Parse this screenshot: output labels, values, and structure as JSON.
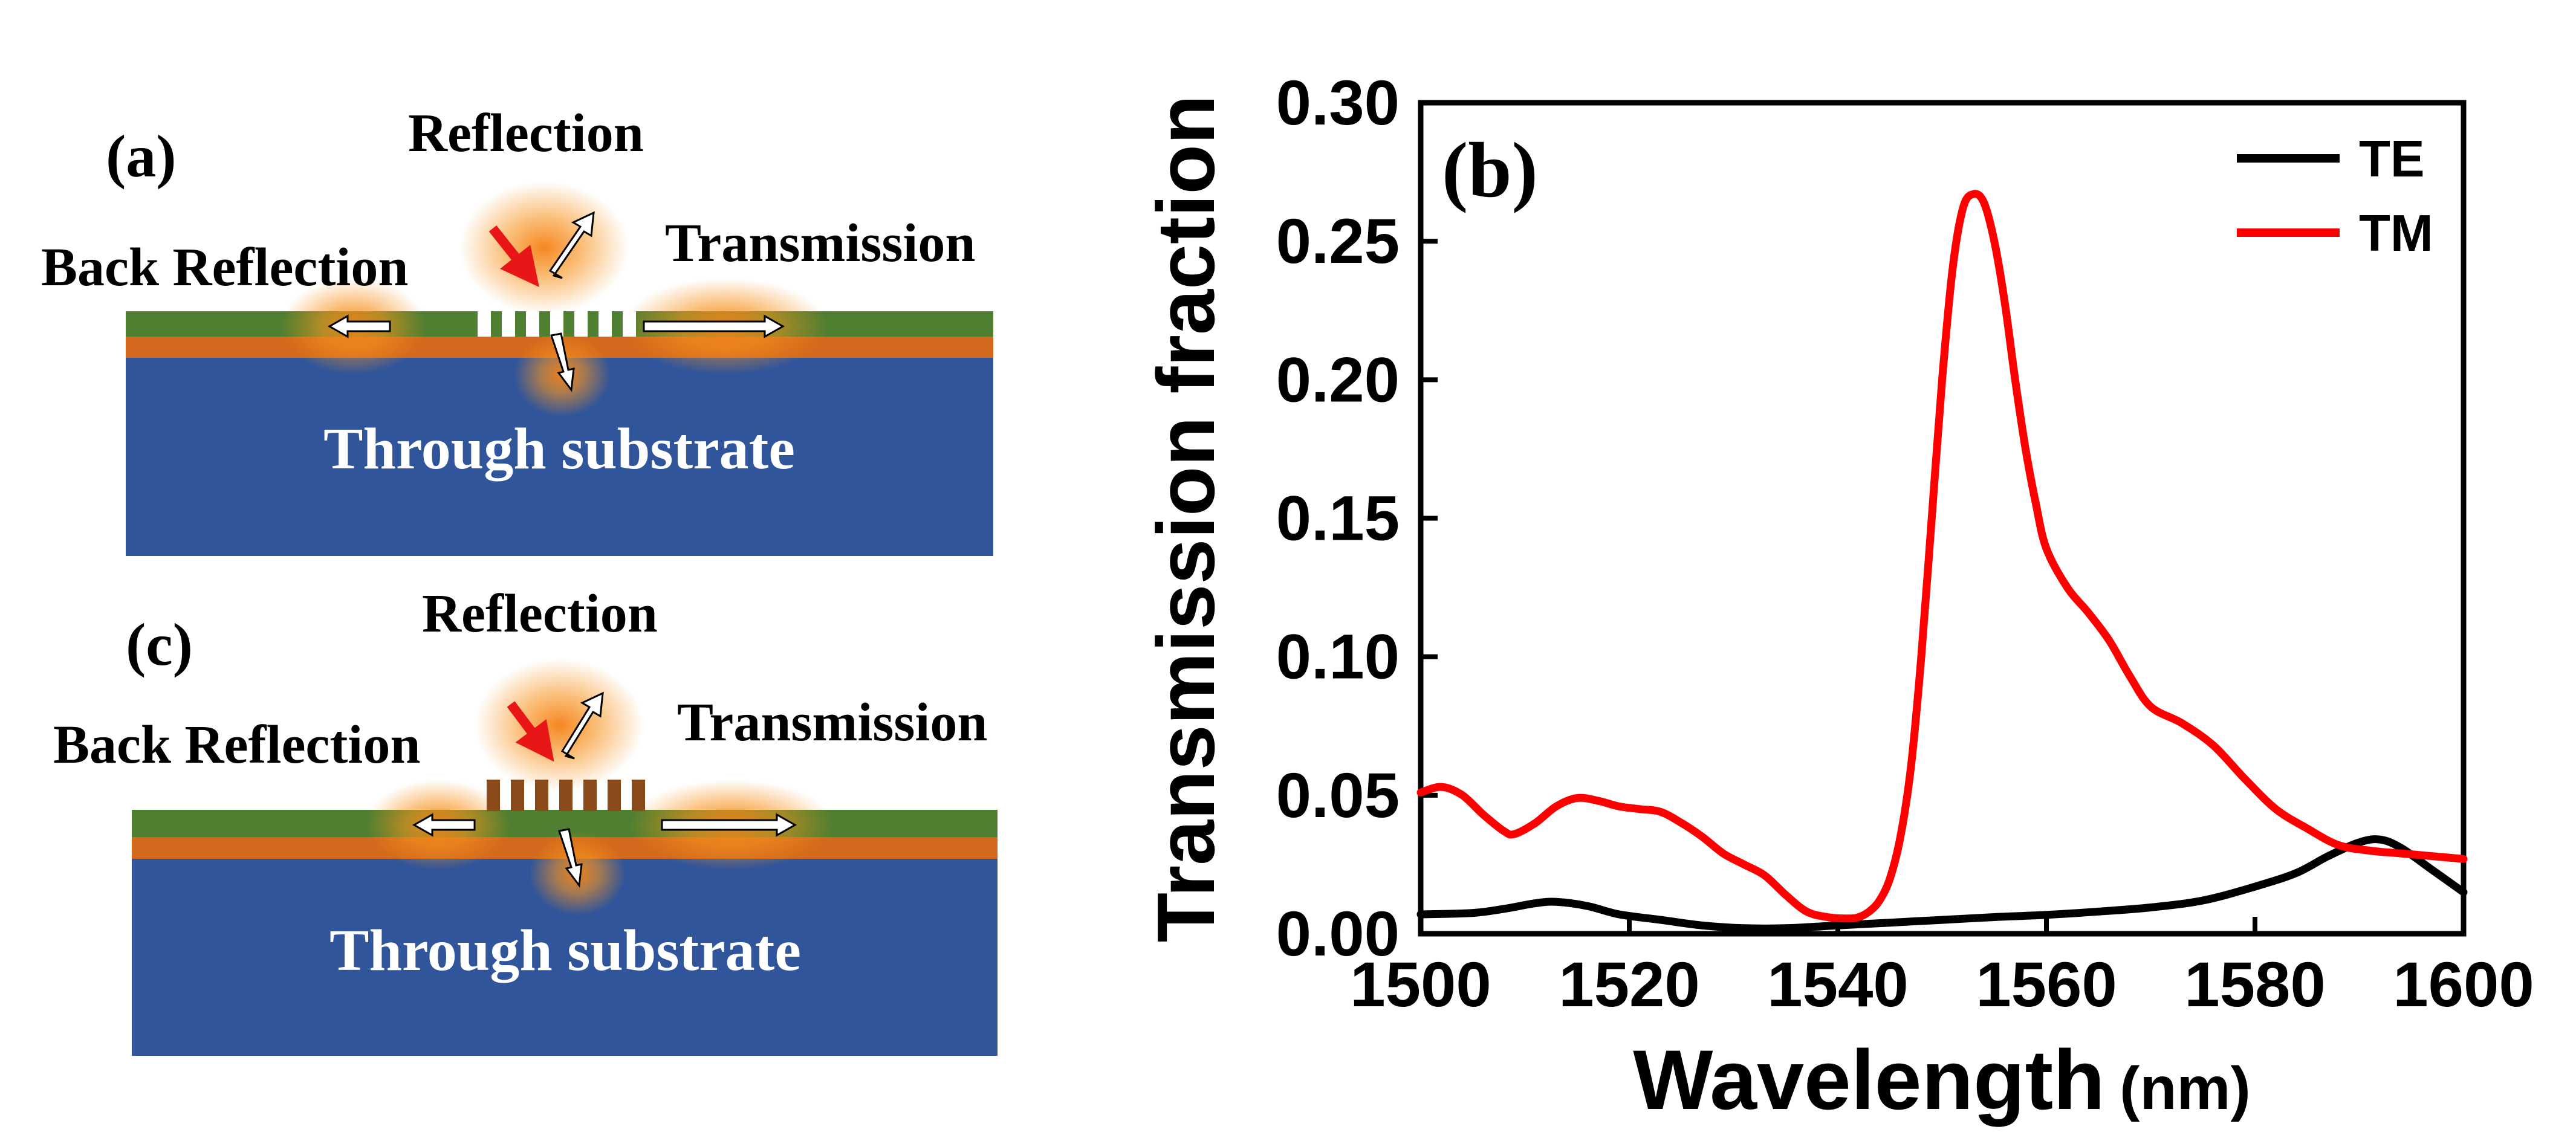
{
  "panel_a": {
    "label": "(a)",
    "reflection": "Reflection",
    "back_reflection": "Back Reflection",
    "transmission": "Transmission",
    "substrate": "Through substrate"
  },
  "panel_c": {
    "label": "(c)",
    "reflection": "Reflection",
    "back_reflection": "Back Reflection",
    "transmission": "Transmission",
    "substrate": "Through substrate"
  },
  "colors": {
    "substrate": "#30559a",
    "device_layer": "#4f7f30",
    "buffer_layer": "#d2691c",
    "grating_c": "#8a4a1a",
    "glow": "#f57f17",
    "incident_arrow": "#e81616",
    "te_line": "#000000",
    "tm_line": "#ff0000"
  },
  "chart_data": {
    "type": "line",
    "panel_label": "(b)",
    "title": "",
    "xlabel": "Wavelength",
    "xlabel_unit": "(nm)",
    "ylabel": "Transmission fraction",
    "xlim": [
      1500,
      1600
    ],
    "ylim": [
      0,
      0.3
    ],
    "xticks": [
      1500,
      1520,
      1540,
      1560,
      1580,
      1600
    ],
    "xtick_labels": [
      "1500",
      "1520",
      "1540",
      "1560",
      "1580",
      "1600"
    ],
    "yticks": [
      0,
      0.05,
      0.1,
      0.15,
      0.2,
      0.25,
      0.3
    ],
    "ytick_labels": [
      "0.00",
      "0.05",
      "0.10",
      "0.15",
      "0.20",
      "0.25",
      "0.30"
    ],
    "grid": false,
    "legend_position": "top-right",
    "series": [
      {
        "name": "TE",
        "color": "#000000",
        "x": [
          1500,
          1505,
          1508,
          1511,
          1513,
          1516,
          1519,
          1523,
          1527,
          1531,
          1535,
          1540,
          1545,
          1550,
          1555,
          1560,
          1565,
          1570,
          1575,
          1580,
          1584,
          1587,
          1590,
          1592,
          1594,
          1597,
          1600
        ],
        "y": [
          0.007,
          0.0075,
          0.009,
          0.011,
          0.0115,
          0.01,
          0.007,
          0.005,
          0.003,
          0.002,
          0.002,
          0.003,
          0.004,
          0.005,
          0.006,
          0.0068,
          0.008,
          0.0095,
          0.012,
          0.017,
          0.022,
          0.028,
          0.033,
          0.034,
          0.031,
          0.023,
          0.015
        ]
      },
      {
        "name": "TM",
        "color": "#ff0000",
        "x": [
          1500,
          1502,
          1504,
          1506,
          1508,
          1509,
          1511,
          1513,
          1515,
          1517,
          1519,
          1521,
          1523,
          1525,
          1527,
          1529,
          1531,
          1533,
          1535,
          1537,
          1539,
          1541,
          1542,
          1543,
          1544,
          1545,
          1546,
          1547,
          1548,
          1549,
          1550,
          1551,
          1552,
          1553,
          1554,
          1555,
          1556,
          1557,
          1558,
          1559,
          1560,
          1562,
          1564,
          1566,
          1568,
          1570,
          1573,
          1576,
          1579,
          1582,
          1585,
          1588,
          1591,
          1594,
          1597,
          1600
        ],
        "y": [
          0.051,
          0.053,
          0.05,
          0.043,
          0.037,
          0.036,
          0.04,
          0.046,
          0.049,
          0.048,
          0.046,
          0.045,
          0.044,
          0.04,
          0.035,
          0.029,
          0.025,
          0.021,
          0.014,
          0.008,
          0.006,
          0.0055,
          0.006,
          0.008,
          0.012,
          0.02,
          0.035,
          0.06,
          0.1,
          0.15,
          0.2,
          0.24,
          0.262,
          0.267,
          0.264,
          0.25,
          0.228,
          0.2,
          0.175,
          0.155,
          0.139,
          0.125,
          0.116,
          0.106,
          0.093,
          0.082,
          0.076,
          0.068,
          0.056,
          0.045,
          0.038,
          0.032,
          0.03,
          0.029,
          0.028,
          0.027
        ]
      }
    ]
  }
}
